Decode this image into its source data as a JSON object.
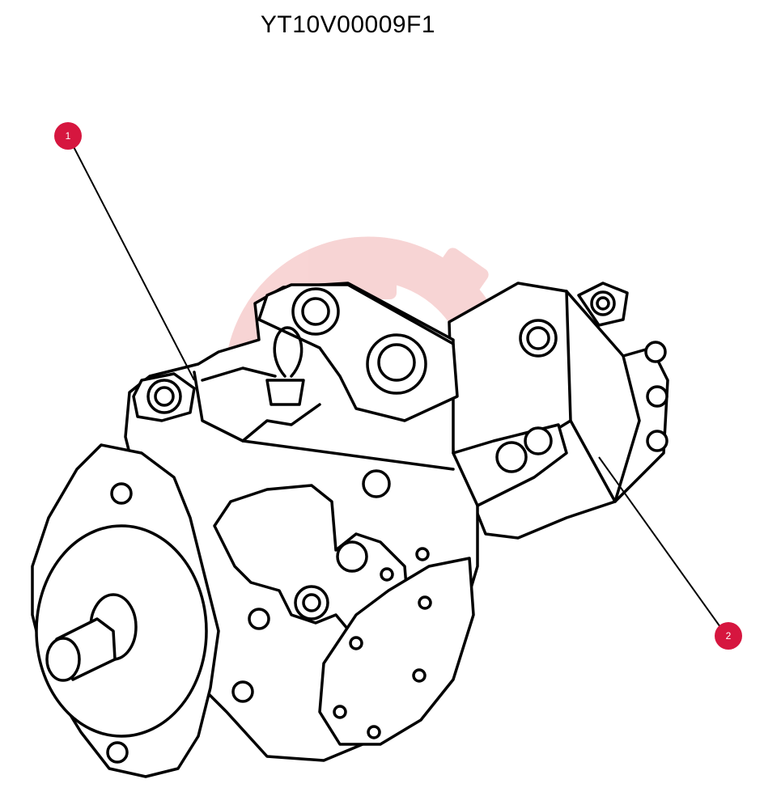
{
  "diagram": {
    "part_number": "YT10V00009F1",
    "callouts": [
      {
        "id": "1",
        "label": "1"
      },
      {
        "id": "2",
        "label": "2"
      }
    ],
    "colors": {
      "callout": "#d6163f",
      "line": "#000000",
      "watermark": "#f7d0d0"
    }
  }
}
